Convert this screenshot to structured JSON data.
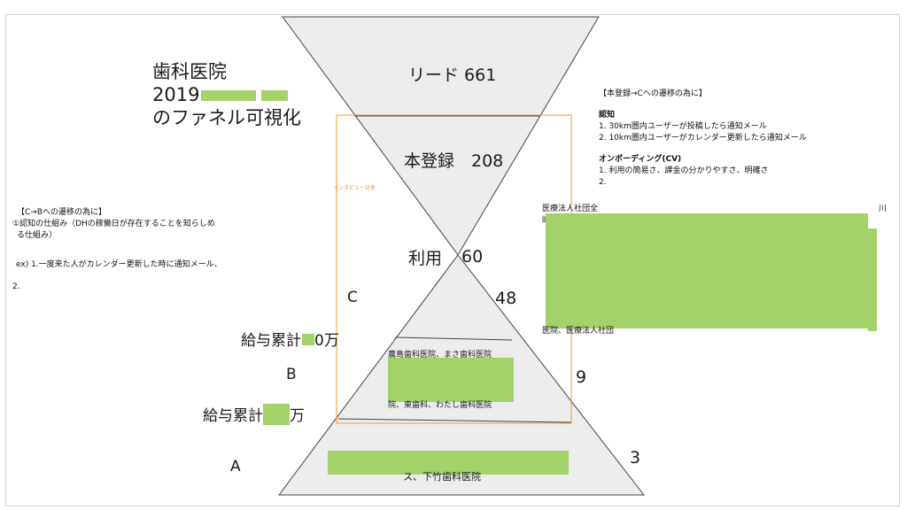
{
  "title": {
    "line1": "歯科医院",
    "line2_prefix": "2019",
    "line3": "のファネル可視化"
  },
  "stages": {
    "lead": "リード 661",
    "register": "本登録　208",
    "usage_label": "利用",
    "usage_value": "60",
    "c_count": "48",
    "b_count": "9",
    "a_count": "3"
  },
  "funnel_text": {
    "b_line1": "農島歯科医院、まさ歯科医院",
    "b_line3": "院、東歯科、わたし歯科医院",
    "a_line2": "ス、下竹歯科医院"
  },
  "levels": {
    "c": "C",
    "b": "B",
    "a": "A",
    "salary_c_prefix": "給与累計",
    "salary_c_suffix": "0万",
    "salary_b_prefix": "給与累計",
    "salary_b_suffix": "万"
  },
  "interview_label": "インタビュー対象",
  "left_note": {
    "heading": "【C→Bへの遷移の為に】",
    "line1": "①認知の仕組み（DHの稼働日が存在することを知らしめ",
    "line2": "る仕組み）",
    "ex1": "ex) 1.一度来た人がカレンダー更新した時に通知メール、",
    "ex2": "2."
  },
  "right_note": {
    "heading": "【本登録→Cへの遷移の為に】",
    "ninchi": "認知",
    "ninchi1": "1. 30km圏内ユーザーが投稿したら通知メール",
    "ninchi2": "2. 10km圏内ユーザーがカレンダー更新したら通知メール",
    "onboarding": "オンボーディング(CV)",
    "ob1": "1. 利用の簡易さ、課金の分かりやすさ、明確さ",
    "ob2": "2."
  },
  "clinic_list": {
    "first_line": "医療法人社団全",
    "end_line1": "川",
    "second_line": "崎ホワ",
    "last_line": "医院、医療法人社団"
  },
  "colors": {
    "funnel_fill": "#ececec",
    "funnel_stroke": "#444444",
    "orange_box": "#f29a37",
    "redaction": "#a3d16a"
  }
}
